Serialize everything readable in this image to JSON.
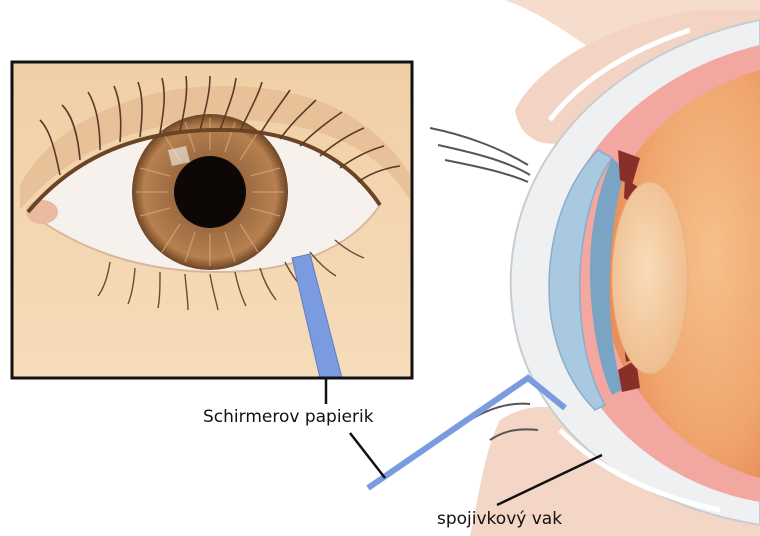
{
  "labels": {
    "schirmer_paper": "Schirmerov papierik",
    "conjunctival_sac": "spojivkový vak"
  },
  "colors": {
    "paper_strip": "#7b9be0",
    "skin": "#f3d4ae",
    "iris": "#9a6a40",
    "pupil": "#0d0706",
    "lens": "#f4c79a",
    "cornea": "#a8c9df",
    "eyeball_interior": "#f0a66e",
    "frame": "#111111"
  },
  "icons": [
    "eye-closeup",
    "eye-cross-section"
  ]
}
